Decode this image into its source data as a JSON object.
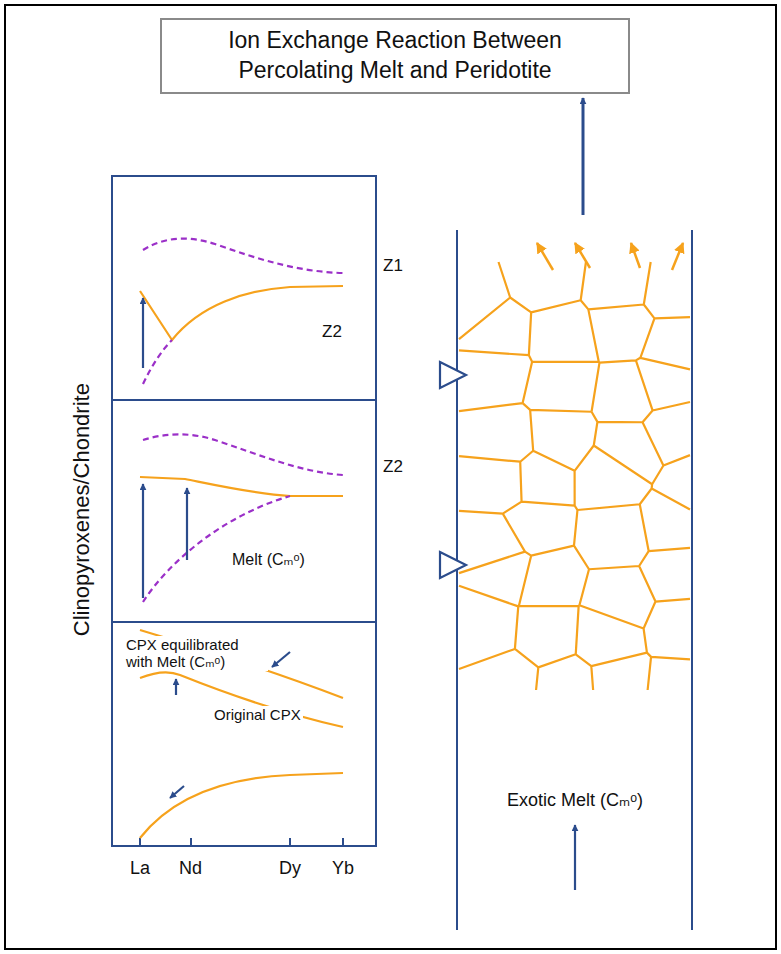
{
  "diagram": {
    "nodes": [
      {
        "text": [
          "Ion Exchange Reaction Between Percolating Melt and Peridotite"
        ]
      }
    ],
    "labels": [
      "Clinopyroxenes/Chondrite",
      "Z2",
      "Melt (Cₘᵒ)",
      "CPX equilibrated with Melt (Cₘᵒ)",
      "Original CPX",
      "La",
      "Nd",
      "Dy",
      "Yb",
      "Z1",
      "Z2",
      "Exotic Melt (Cₘᵒ)"
    ]
  }
}
